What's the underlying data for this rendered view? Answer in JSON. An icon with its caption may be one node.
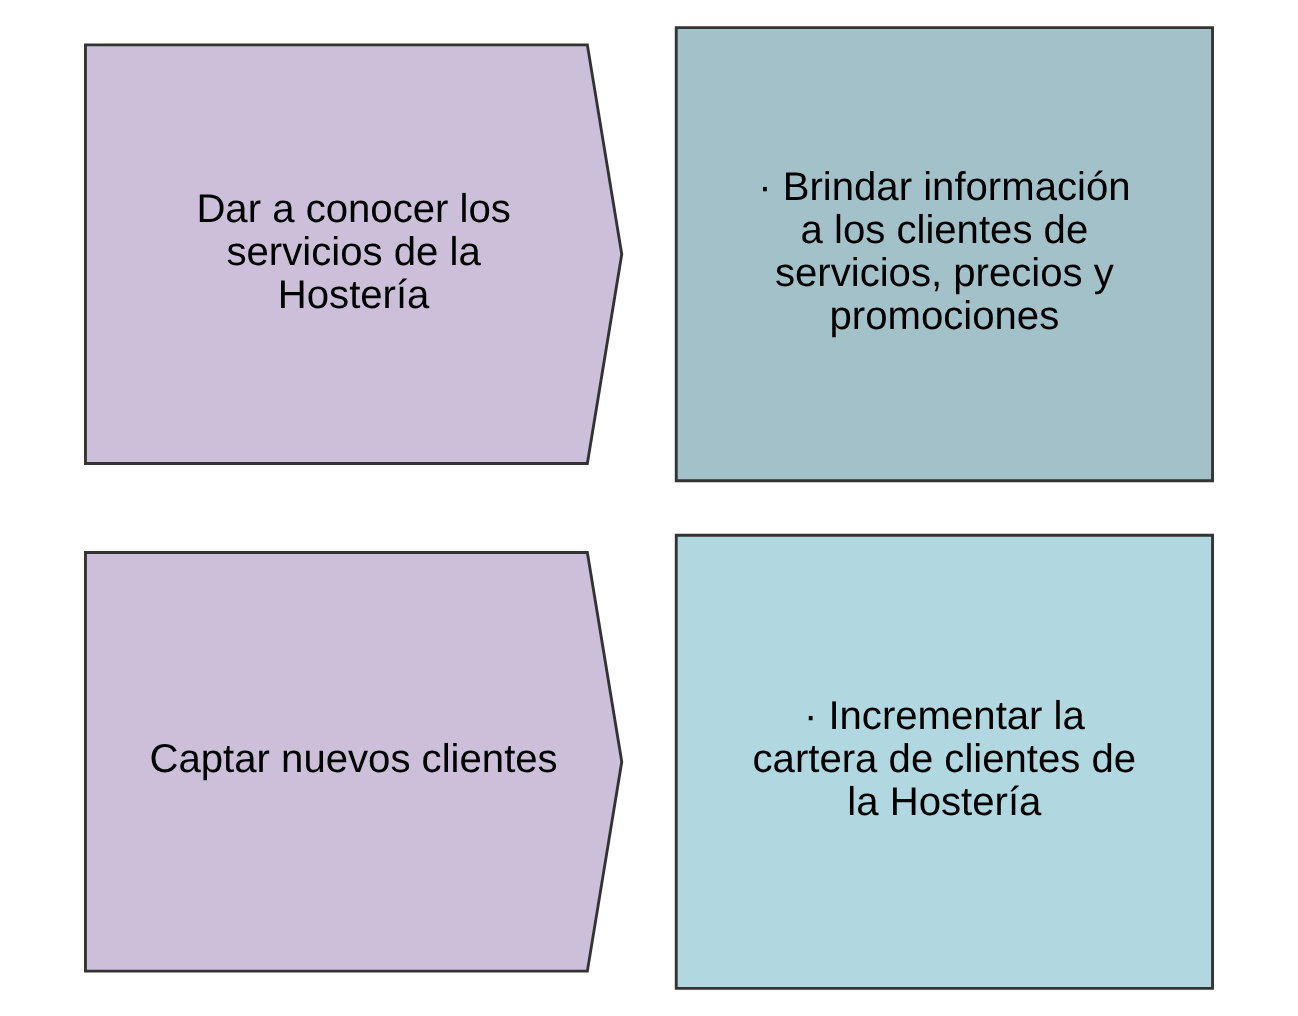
{
  "diagram": {
    "nodes": [
      {
        "text": [
          "Dar a conocer los servicios de la Hostería"
        ]
      },
      {
        "text": [
          "Captar nuevos clientes"
        ]
      },
      {
        "text": [
          "· Brindar información a los clientes de servicios, precios y promociones"
        ]
      },
      {
        "text": [
          "· Incrementar la cartera de clientes de la Hostería"
        ]
      }
    ],
    "edges": []
  }
}
